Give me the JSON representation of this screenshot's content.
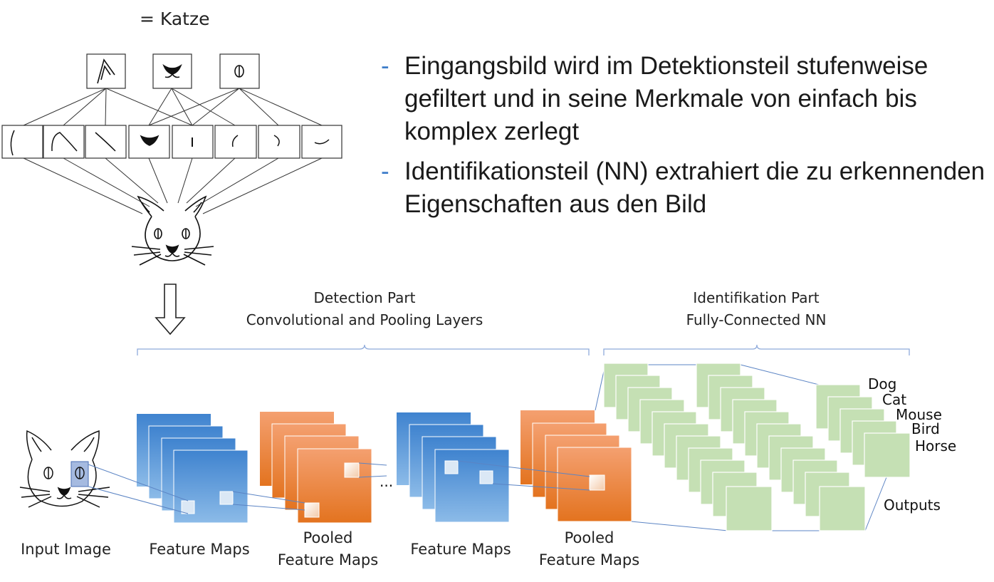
{
  "hierarchy": {
    "top_label": "= Katze"
  },
  "bullets": [
    {
      "dash": "-",
      "text": "Eingangsbild wird im Detektionsteil stufenweise gefiltert und in seine Merkmale von einfach bis komplex zerlegt"
    },
    {
      "dash": "-",
      "text": "Identifikationsteil (NN) extrahiert die zu erkennenden Eigenschaften aus den Bild"
    }
  ],
  "cnn": {
    "detection_header": [
      "Detection Part",
      "Convolutional and Pooling Layers"
    ],
    "identification_header": [
      "Identifikation Part",
      "Fully-Connected NN"
    ],
    "stage_labels": {
      "input": "Input Image",
      "feature_maps_1": "Feature Maps",
      "pooled_1": [
        "Pooled",
        "Feature Maps"
      ],
      "feature_maps_2": "Feature Maps",
      "pooled_2": [
        "Pooled",
        "Feature Maps"
      ]
    },
    "ellipsis": "...",
    "outputs": [
      "Dog",
      "Cat",
      "Mouse",
      "Bird",
      "Horse"
    ],
    "outputs_label": "Outputs"
  },
  "colors": {
    "feature_map_blue": "#5b9bd5",
    "pooled_orange": "#ed7d31",
    "fc_green": "#c5e0b4",
    "bracket_blue": "#8eaadb",
    "bullet_dash": "#3d7cc9"
  }
}
